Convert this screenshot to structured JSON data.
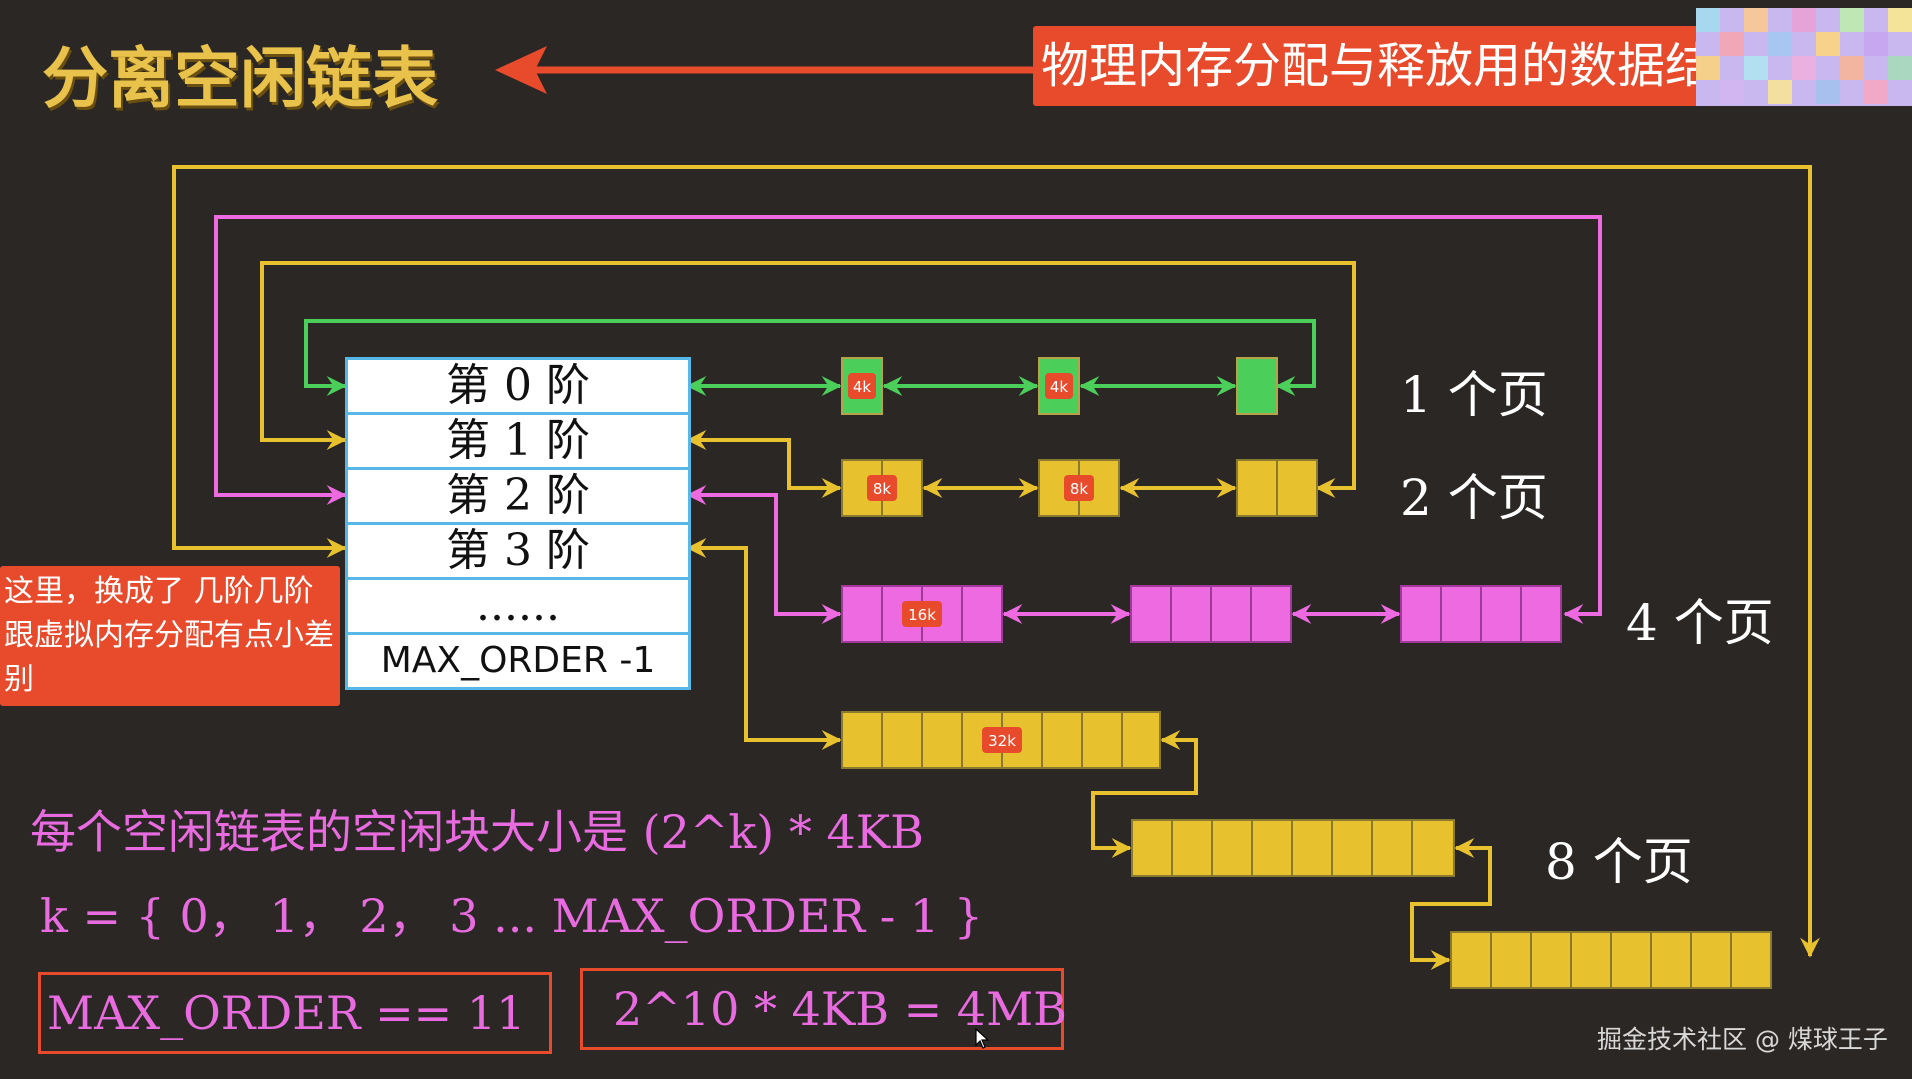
{
  "title": "分离空闲链表",
  "subtitle": "物理内存分配与释放用的数据结构",
  "note": "这里，换成了 几阶几阶跟虚拟内存分配有点小差别",
  "orders": [
    "第 0 阶",
    "第 1 阶",
    "第 2 阶",
    "第 3 阶",
    "......",
    "MAX_ORDER -1"
  ],
  "page_labels": [
    "1 个页",
    "2 个页",
    "4 个页",
    "8 个页"
  ],
  "block_labels": [
    "4k",
    "4k",
    "8k",
    "8k",
    "16k",
    "32k"
  ],
  "formula_line1": "每个空闲链表的空闲块大小是 (2^k) * 4KB",
  "formula_line2": "k = { 0， 1， 2， 3 ... MAX_ORDER - 1 }",
  "max_order": "MAX_ORDER  == 11",
  "calc": "2^10 * 4KB = 4MB",
  "watermark": "掘金技术社区 @ 煤球王子",
  "colors": {
    "background": "#2b2725",
    "title": "#e8c24a",
    "accent_red": "#e84a2c",
    "order0_green": "#4ccf5a",
    "order1_yellow": "#e8c22e",
    "order2_pink": "#ee6ae0",
    "table_border": "#57b8e8",
    "formula_pink": "#e86be0"
  }
}
